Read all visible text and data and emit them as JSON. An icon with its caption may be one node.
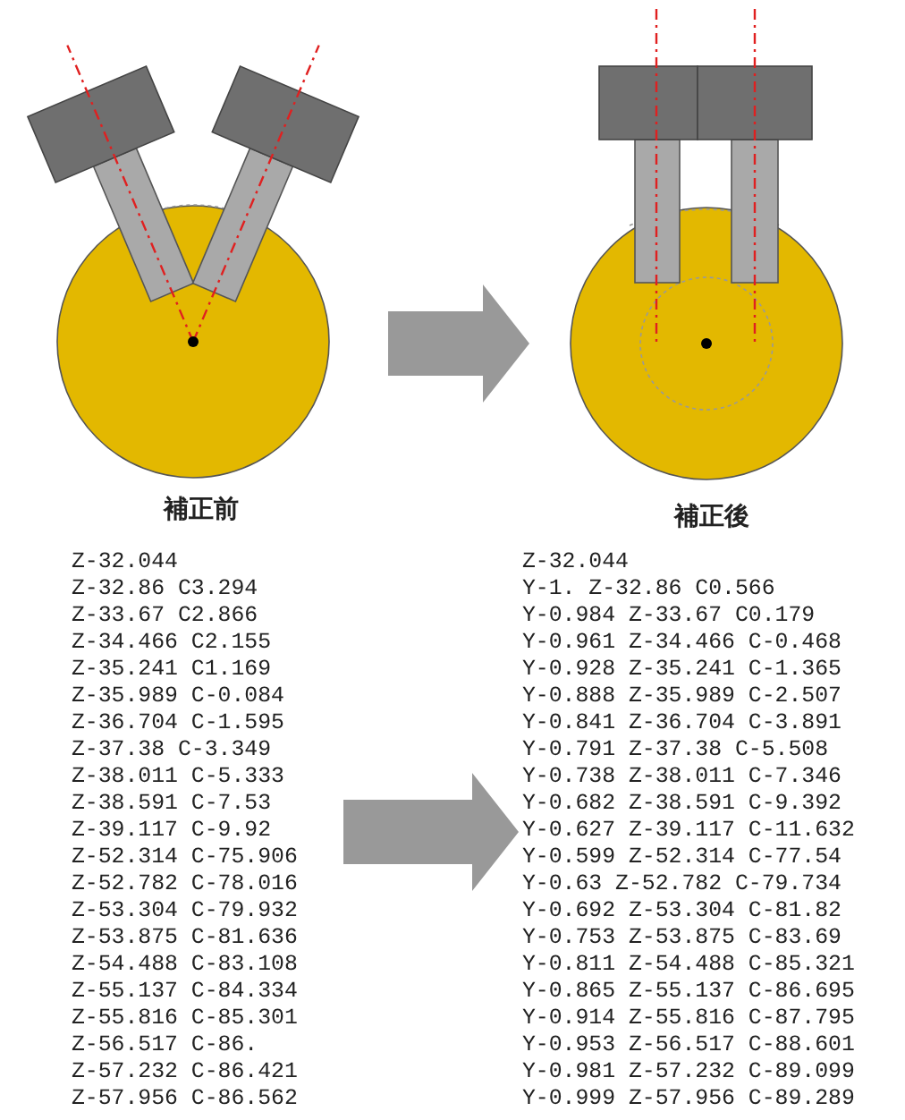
{
  "diagram": {
    "nodes": [
      {
        "text": [
          "補正前"
        ]
      },
      {
        "text": [
          "補正後"
        ]
      },
      {
        "text": [
          "Z-32.044",
          "Z-32.86 C3.294",
          "Z-33.67 C2.866",
          "Z-34.466 C2.155",
          "Z-35.241 C1.169",
          "Z-35.989 C-0.084",
          "Z-36.704 C-1.595",
          "Z-37.38 C-3.349",
          "Z-38.011 C-5.333",
          "Z-38.591 C-7.53",
          "Z-39.117 C-9.92",
          "Z-52.314 C-75.906",
          "Z-52.782 C-78.016",
          "Z-53.304 C-79.932",
          "Z-53.875 C-81.636",
          "Z-54.488 C-83.108",
          "Z-55.137 C-84.334",
          "Z-55.816 C-85.301",
          "Z-56.517 C-86.",
          "Z-57.232 C-86.421",
          "Z-57.956 C-86.562"
        ]
      },
      {
        "text": [
          "Z-32.044",
          "Y-1. Z-32.86 C0.566",
          "Y-0.984 Z-33.67 C0.179",
          "Y-0.961 Z-34.466 C-0.468",
          "Y-0.928 Z-35.241 C-1.365",
          "Y-0.888 Z-35.989 C-2.507",
          "Y-0.841 Z-36.704 C-3.891",
          "Y-0.791 Z-37.38 C-5.508",
          "Y-0.738 Z-38.011 C-7.346",
          "Y-0.682 Z-38.591 C-9.392",
          "Y-0.627 Z-39.117 C-11.632",
          "Y-0.599 Z-52.314 C-77.54",
          "Y-0.63 Z-52.782 C-79.734",
          "Y-0.692 Z-53.304 C-81.82",
          "Y-0.753 Z-53.875 C-83.69",
          "Y-0.811 Z-54.488 C-85.321",
          "Y-0.865 Z-55.137 C-86.695",
          "Y-0.914 Z-55.816 C-87.795",
          "Y-0.953 Z-56.517 C-88.601",
          "Y-0.981 Z-57.232 C-89.099",
          "Y-0.999 Z-57.956 C-89.289"
        ]
      }
    ],
    "edges": [
      {
        "from": 0,
        "to": 1,
        "arrow": "to"
      },
      {
        "from": 2,
        "to": 3,
        "arrow": "to"
      }
    ]
  }
}
